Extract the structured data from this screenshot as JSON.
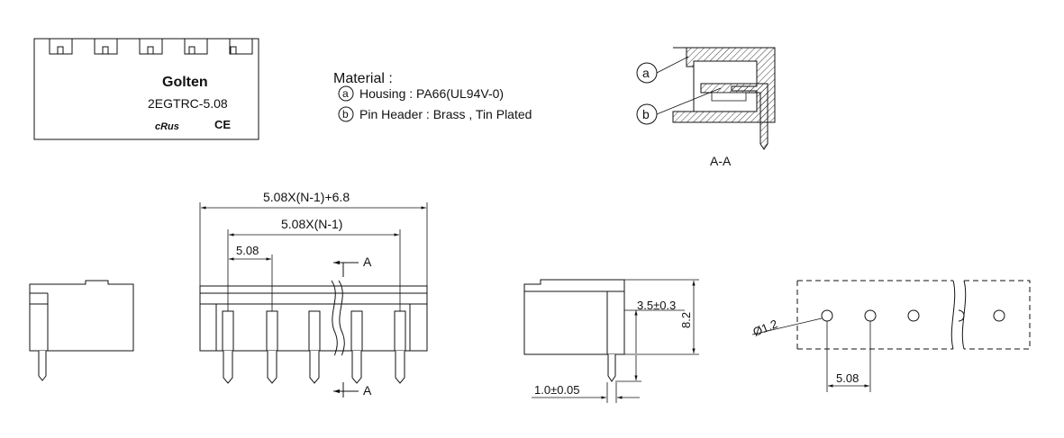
{
  "brand": {
    "logo_text": "Golten",
    "part_number": "2EGTRC-5.08",
    "cert_ul": "cRus",
    "cert_ce": "CE"
  },
  "material": {
    "title": "Material :",
    "items": [
      {
        "marker": "a",
        "text": "Housing : PA66(UL94V-0)"
      },
      {
        "marker": "b",
        "text": "Pin Header : Brass , Tin Plated"
      }
    ]
  },
  "section_view": {
    "callout_a": "a",
    "callout_b": "b",
    "label": "A-A"
  },
  "front_view": {
    "dim_overall": "5.08X(N-1)+6.8",
    "dim_span": "5.08X(N-1)",
    "dim_pitch": "5.08",
    "section_mark_top": "A",
    "section_mark_bottom": "A"
  },
  "side_view": {
    "dim_pin_height": "3.5±0.3",
    "dim_body_height": "8.2",
    "dim_pin_width": "1.0±0.05"
  },
  "pcb_layout": {
    "dim_hole": "Ø1.2",
    "dim_pitch": "5.08"
  }
}
